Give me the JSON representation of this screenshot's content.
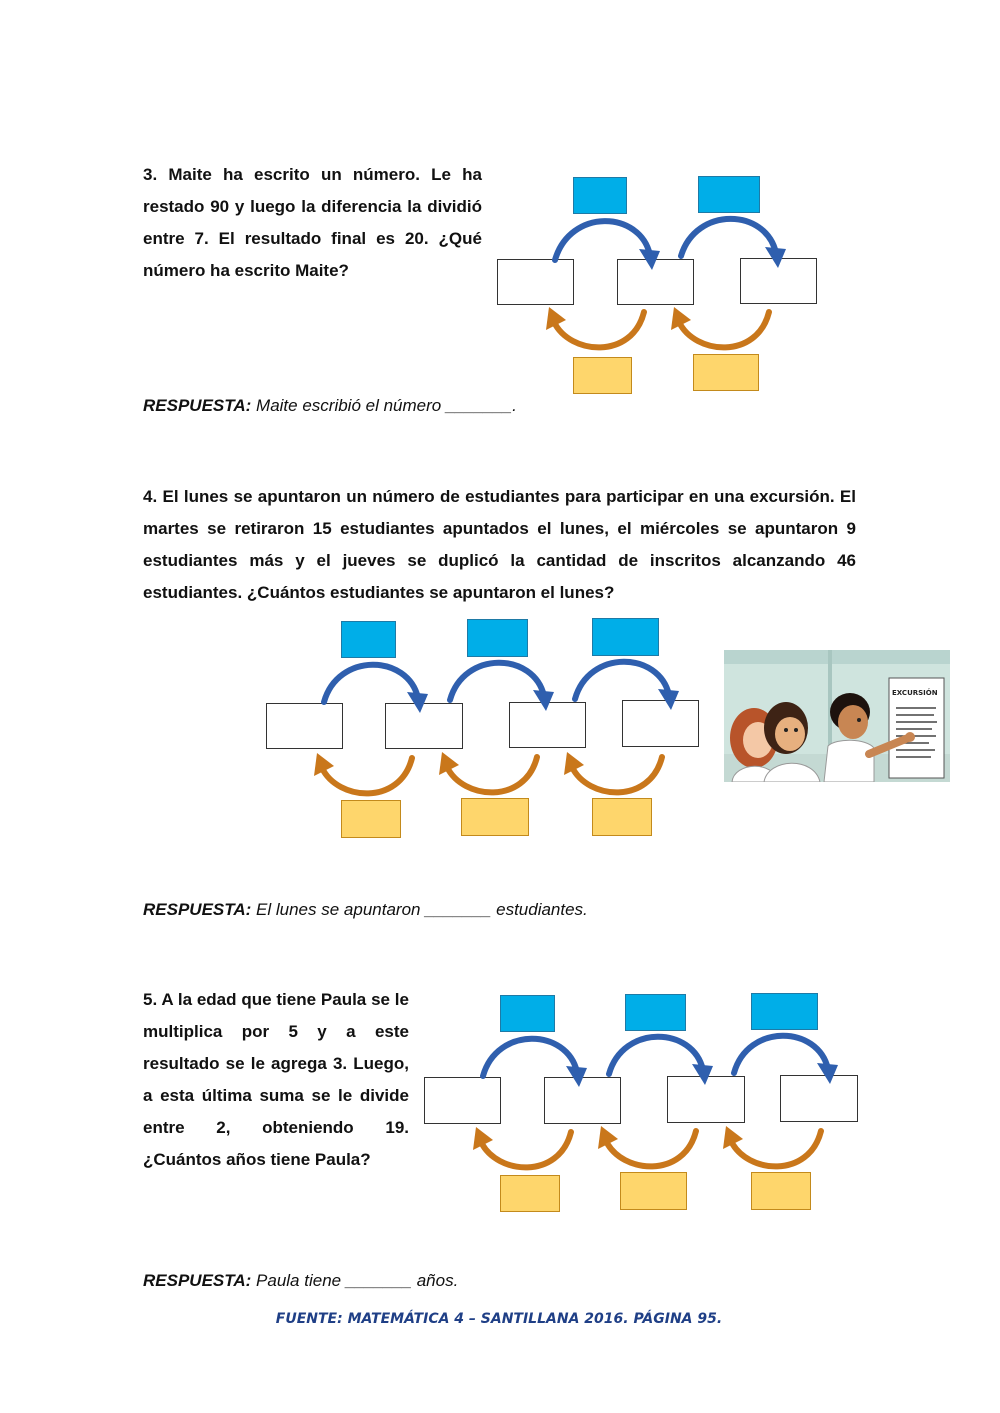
{
  "problems": [
    {
      "text": "3. Maite ha escrito un número. Le ha restado 90 y luego la diferencia la dividió entre 7. El resultado final es 20. ¿Qué número ha escrito Maite?",
      "answer_label": "RESPUESTA:",
      "answer_text": " Maite escribió el número _______."
    },
    {
      "text": "4. El lunes se apuntaron un número de estudiantes para participar en una excursión. El martes se retiraron 15 estudiantes apuntados el lunes, el miércoles se apuntaron 9 estudiantes más y el jueves se duplicó la cantidad de inscritos alcanzando 46 estudiantes. ¿Cuántos estudiantes se apuntaron el lunes?",
      "answer_label": "RESPUESTA:",
      "answer_text": " El lunes se apuntaron _______ estudiantes."
    },
    {
      "text": "5. A la edad que tiene Paula se le multiplica por 5 y a este resultado se le agrega 3. Luego, a esta última suma se le divide entre 2, obteniendo 19. ¿Cuántos años tiene Paula?",
      "answer_label": "RESPUESTA:",
      "answer_text": " Paula tiene _______ años."
    }
  ],
  "illustration": {
    "poster_title": "EXCURSIÓN"
  },
  "source": "FUENTE: MATEMÁTICA 4 – SANTILLANA 2016. PÁGINA 95.",
  "colors": {
    "forward_box": "#00aee8",
    "inverse_box": "#fed66c",
    "forward_arrow": "#2f5fae",
    "inverse_arrow": "#c9771b"
  }
}
